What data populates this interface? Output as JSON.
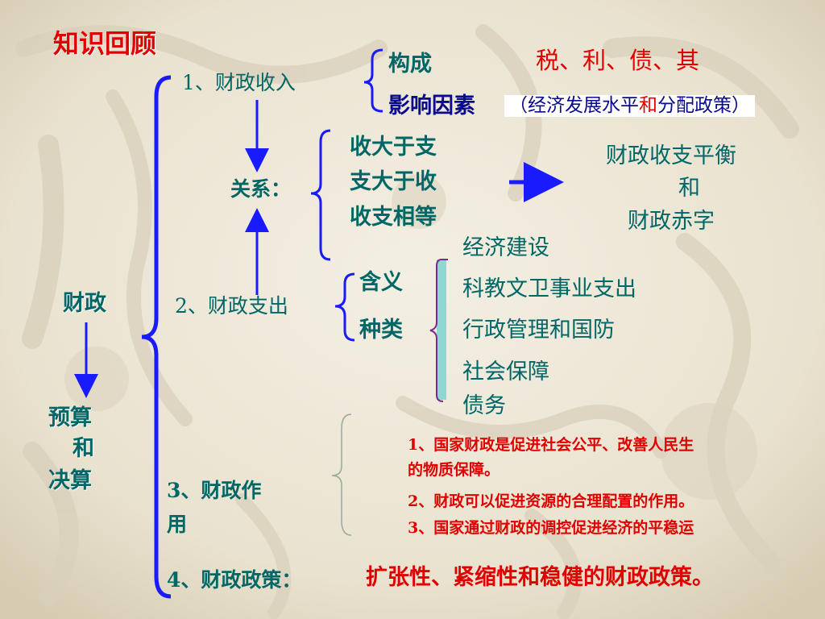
{
  "title": "知识回顾",
  "root": "财政",
  "budget": [
    "预算",
    "和",
    "决算"
  ],
  "income": {
    "heading": "1、财政收入",
    "composition": "构成",
    "composition_items": "税、利、债、其",
    "factors": "影响因素",
    "factors_open": "（经济发展水平",
    "factors_and": "和",
    "factors_close": "分配政策）"
  },
  "relation": {
    "label": "关系：",
    "cases": [
      "收大于支",
      "支大于收",
      "收支相等"
    ],
    "results": [
      "财政收支平衡",
      "和",
      "财政赤字"
    ]
  },
  "expenditure": {
    "heading": "2、财政支出",
    "meaning": "含义",
    "types": "种类",
    "type_items": [
      "经济建设",
      "科教文卫事业支出",
      "行政管理和国防",
      "社会保障",
      "债务"
    ]
  },
  "role": {
    "heading_line1": "3、财政作",
    "heading_line2": "用",
    "points": [
      "1、国家财政是促进社会公平、改善人民生",
      "的物质保障。",
      "2、财政可以促进资源的合理配置的作用。",
      "3、国家通过财政的调控促进经济的平稳运"
    ]
  },
  "policy": {
    "heading": "4、财政政策：",
    "types": "扩张性、紧缩性和稳健的财政政策。"
  },
  "colors": {
    "teal": "#006666",
    "red": "#e00000",
    "navy": "#0a0a8c",
    "bracket_blue": "#1a1aff",
    "light_bracket": "#8fd8d2"
  }
}
